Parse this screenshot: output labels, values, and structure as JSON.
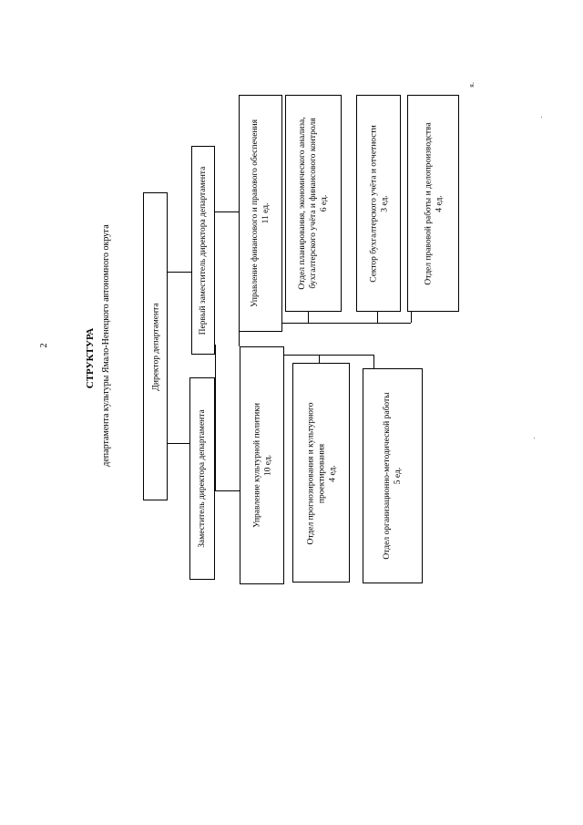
{
  "page_number": "2",
  "title": "СТРУКТУРА",
  "subtitle": "департамента культуры Ямало-Ненецкого автономного округа",
  "corner_mark": "я.",
  "nodes": {
    "director": {
      "lines": [
        "Директор департамента"
      ]
    },
    "first_deputy": {
      "lines": [
        "Первый заместитель директора департамента"
      ]
    },
    "deputy": {
      "lines": [
        "Заместитель директора департамента"
      ]
    },
    "finance_mgmt": {
      "lines": [
        "Управление финансового и правового обеспечения",
        "11 ед."
      ]
    },
    "planning_dept": {
      "lines": [
        "Отдел планирования, экономического анализа,",
        "бухгалтерского учёта и финансового контроля",
        "6 ед."
      ]
    },
    "accounting_sector": {
      "lines": [
        "Сектор бухгалтерского учёта и отчетности",
        "3 ед."
      ]
    },
    "legal_dept": {
      "lines": [
        "Отдел правовой работы и делопроизводства",
        "4 ед."
      ]
    },
    "culture_policy": {
      "lines": [
        "Управление культурной политики",
        "10 ед."
      ]
    },
    "forecasting_dept": {
      "lines": [
        "Отдел прогнозирования и культурного",
        "проектирования",
        "4 ед."
      ]
    },
    "methodical_dept": {
      "lines": [
        "Отдел организационно-методической работы",
        "5 ед."
      ]
    }
  }
}
